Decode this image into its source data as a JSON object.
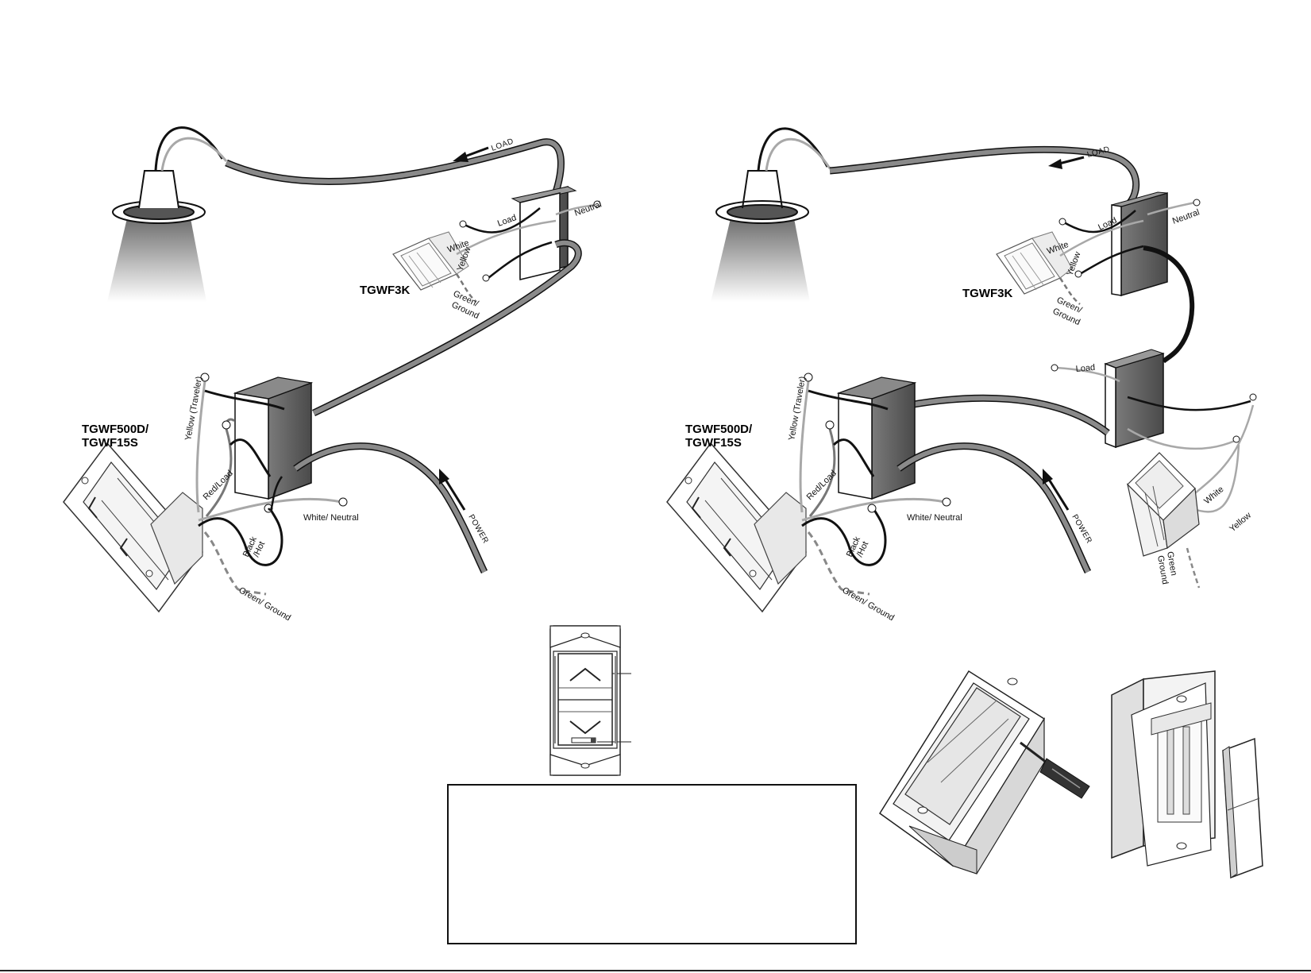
{
  "left_diagram": {
    "load_label": "LOAD",
    "power_label": "POWER",
    "remote_model": "TGWF3K",
    "main_model_line1": "TGWF500D/",
    "main_model_line2": "TGWF15S",
    "wires": {
      "load": "Load",
      "neutral": "Neutral",
      "white": "White",
      "yellow": "Yellow",
      "green_ground_1": "Green/",
      "green_ground_2": "Ground",
      "yellow_traveler": "Yellow (Traveler)",
      "red_load": "Red/Load",
      "white_neutral": "White/ Neutral",
      "black": "Black",
      "hot": "/Hot",
      "green_ground": "Green/ Ground"
    }
  },
  "right_diagram": {
    "load_label": "LOAD",
    "power_label": "POWER",
    "remote_model": "TGWF3K",
    "main_model_line1": "TGWF500D/",
    "main_model_line2": "TGWF15S",
    "wires": {
      "load": "Load",
      "neutral": "Neutral",
      "white": "White",
      "yellow": "Yellow",
      "green_ground_1": "Green/",
      "green_ground_2": "Ground",
      "load_2": "Load",
      "yellow_traveler": "Yellow (Traveler)",
      "red_load": "Red/Load",
      "white_neutral": "White/ Neutral",
      "black": "Black",
      "hot": "/Hot",
      "green_ground": "Green/ Ground",
      "white_2": "White",
      "yellow_2": "Yellow",
      "green_2": "Green",
      "ground_2": "Ground"
    }
  },
  "colors": {
    "wire_black": "#111111",
    "wire_gray": "#a8a8a8",
    "cable_gray": "#8a8a8a",
    "box_dark": "#5a5a5a"
  }
}
